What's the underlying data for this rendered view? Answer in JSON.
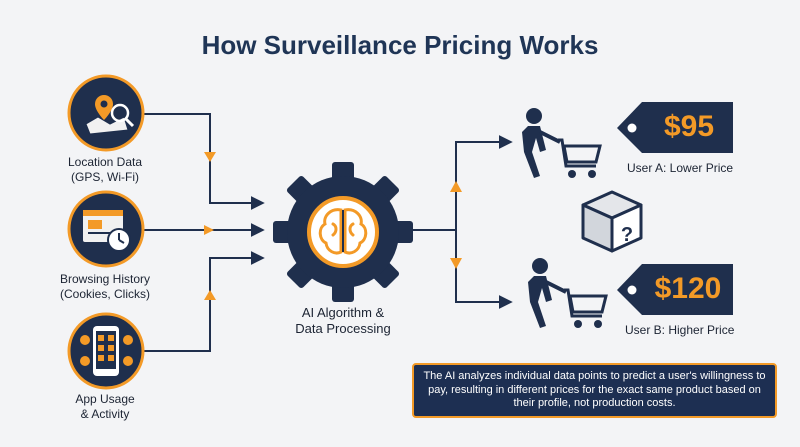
{
  "title": "How Surveillance Pricing Works",
  "inputs": [
    {
      "line1": "Location Data",
      "line2": "(GPS, Wi-Fi)",
      "icon": "map-pin-magnifier-icon"
    },
    {
      "line1": "Browsing History",
      "line2": "(Cookies, Clicks)",
      "icon": "browser-clock-icon"
    },
    {
      "line1": "App Usage",
      "line2": "& Activity",
      "icon": "smartphone-apps-icon"
    }
  ],
  "processor": {
    "line1": "AI Algorithm &",
    "line2": "Data Processing",
    "icon": "gear-brain-icon"
  },
  "outputs": [
    {
      "price": "$95",
      "user_label": "User A: Lower Price"
    },
    {
      "price": "$120",
      "user_label": "User B: Higher Price"
    }
  ],
  "product_icon": "mystery-box-icon",
  "info_text": "The AI analyzes individual data points to predict a user's willingness to pay, resulting in different prices for the exact same product based on their profile, not production costs.",
  "colors": {
    "navy": "#1f2f4d",
    "orange": "#f39a27",
    "background": "#f3f4f6"
  }
}
